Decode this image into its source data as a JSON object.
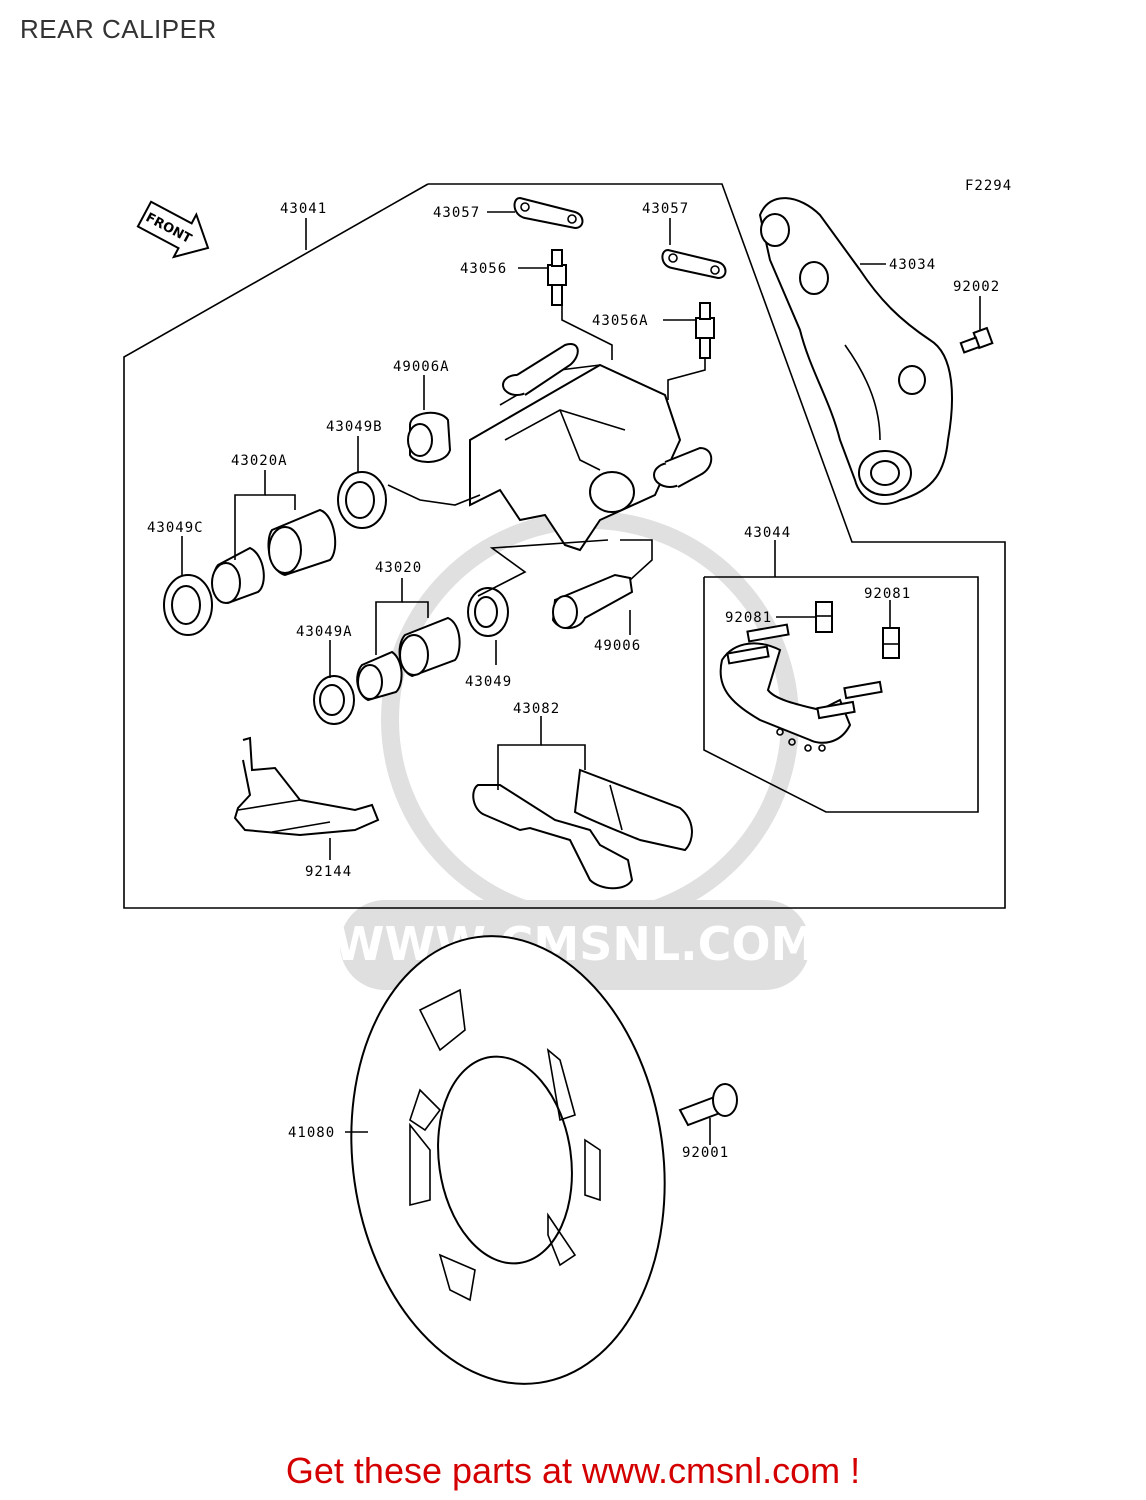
{
  "title": "REAR CALIPER",
  "figure_code": "F2294",
  "front_label": "FRONT",
  "watermark": "WWW.CMSNL.COM",
  "footer": "Get these parts at www.cmsnl.com !",
  "parts": {
    "p43041": "43041",
    "p43057a": "43057",
    "p43057b": "43057",
    "p43056": "43056",
    "p43056a": "43056A",
    "p43034": "43034",
    "p92002": "92002",
    "p49006a": "49006A",
    "p43049b": "43049B",
    "p43020a": "43020A",
    "p43049c": "43049C",
    "p43020": "43020",
    "p43049a": "43049A",
    "p43049": "43049",
    "p49006": "49006",
    "p43044": "43044",
    "p92081a": "92081",
    "p92081b": "92081",
    "p43082": "43082",
    "p92144": "92144",
    "p41080": "41080",
    "p92001": "92001"
  }
}
